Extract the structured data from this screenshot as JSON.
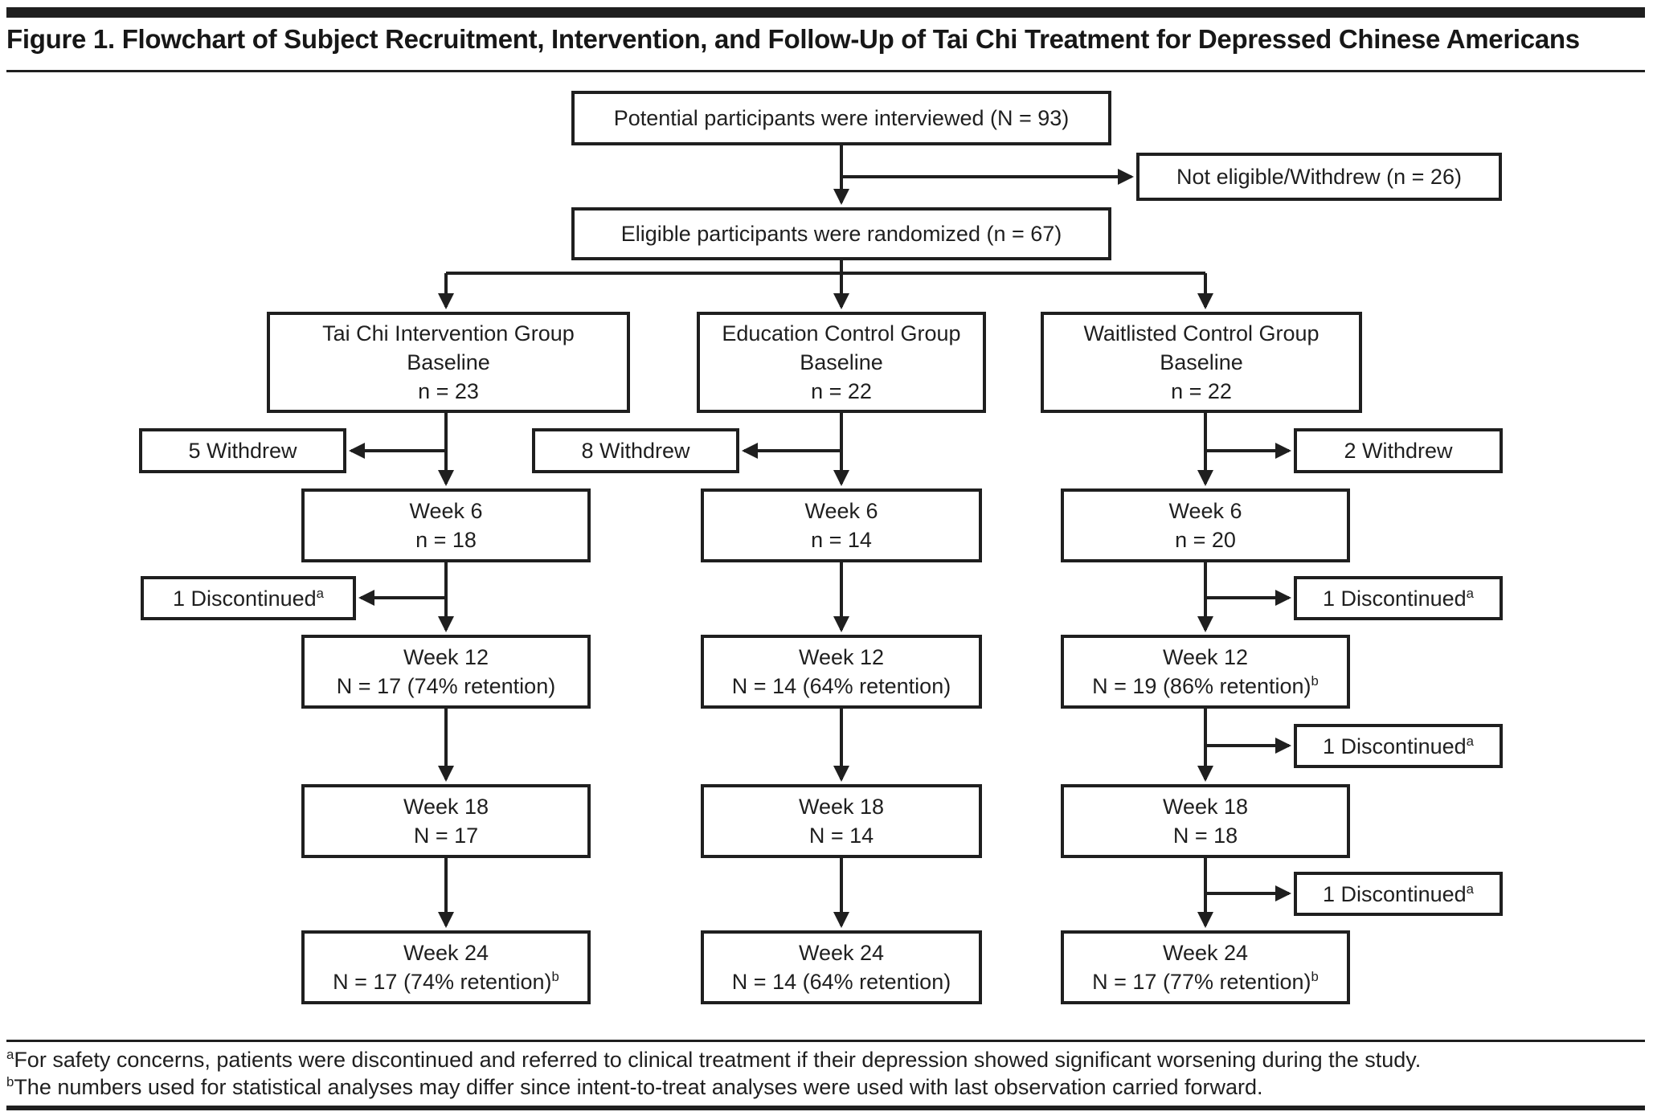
{
  "figure": {
    "title": "Figure 1. Flowchart of Subject Recruitment, Intervention, and Follow-Up of Tai Chi Treatment for Depressed Chinese Americans"
  },
  "flow": {
    "potential": {
      "text": "Potential participants were interviewed (N = 93)"
    },
    "not_eligible": {
      "text": "Not eligible/Withdrew (n = 26)"
    },
    "randomized": {
      "text": "Eligible participants were randomized (n = 67)"
    },
    "taichi": {
      "group": {
        "line1": "Tai Chi Intervention Group",
        "line2": "Baseline",
        "line3": "n = 23"
      },
      "withdrew": {
        "text": "5 Withdrew"
      },
      "week6": {
        "line1": "Week 6",
        "line2": "n = 18"
      },
      "discontinued": {
        "text": "1 Discontinued",
        "sup": "a"
      },
      "week12": {
        "line1": "Week 12",
        "line2": "N = 17 (74% retention)"
      },
      "week18": {
        "line1": "Week 18",
        "line2": "N = 17"
      },
      "week24": {
        "line1": "Week 24",
        "line2": "N = 17 (74% retention)",
        "sup": "b"
      }
    },
    "education": {
      "group": {
        "line1": "Education Control Group",
        "line2": "Baseline",
        "line3": "n = 22"
      },
      "withdrew": {
        "text": "8 Withdrew"
      },
      "week6": {
        "line1": "Week 6",
        "line2": "n = 14"
      },
      "week12": {
        "line1": "Week 12",
        "line2": "N = 14 (64% retention)"
      },
      "week18": {
        "line1": "Week 18",
        "line2": "N = 14"
      },
      "week24": {
        "line1": "Week 24",
        "line2": "N = 14 (64% retention)"
      }
    },
    "waitlisted": {
      "group": {
        "line1": "Waitlisted Control Group",
        "line2": "Baseline",
        "line3": "n = 22"
      },
      "withdrew": {
        "text": "2 Withdrew"
      },
      "week6": {
        "line1": "Week 6",
        "line2": "n = 20"
      },
      "discontinued1": {
        "text": "1 Discontinued",
        "sup": "a"
      },
      "week12": {
        "line1": "Week 12",
        "line2": "N = 19 (86% retention)",
        "sup": "b"
      },
      "discontinued2": {
        "text": "1 Discontinued",
        "sup": "a"
      },
      "week18": {
        "line1": "Week 18",
        "line2": "N = 18"
      },
      "discontinued3": {
        "text": "1 Discontinued",
        "sup": "a"
      },
      "week24": {
        "line1": "Week 24",
        "line2": "N = 17 (77% retention)",
        "sup": "b"
      }
    }
  },
  "footnotes": [
    {
      "marker": "a",
      "text": "For safety concerns, patients were discontinued and referred to clinical treatment if their depression showed significant worsening during the study."
    },
    {
      "marker": "b",
      "text": "The numbers used for statistical analyses may differ since intent-to-treat analyses were used with last observation carried forward."
    }
  ]
}
